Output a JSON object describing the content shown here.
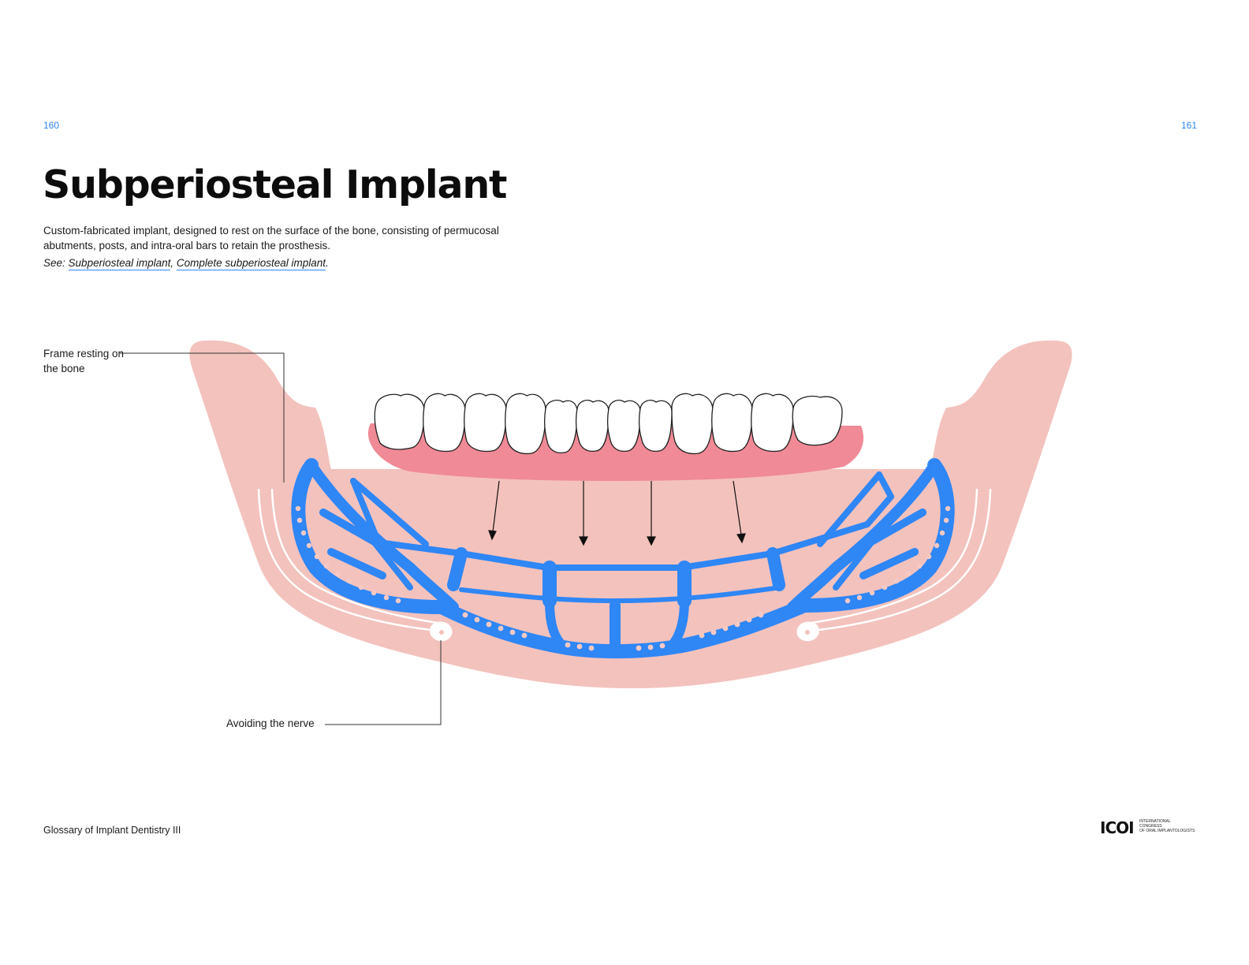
{
  "page": {
    "left_number": "160",
    "right_number": "161",
    "title": "Subperiosteal Implant",
    "description": "Custom-fabricated implant, designed to rest on the surface of the bone, consisting of permucosal abutments, posts, and intra-oral bars to retain the prosthesis.",
    "see": {
      "prefix": "See:",
      "links": [
        "Subperiosteal implant",
        "Complete subperiosteal implant"
      ],
      "separator": ",",
      "end": "."
    },
    "footer": "Glossary of Implant Dentistry III"
  },
  "labels": {
    "frame": "Frame resting on the bone",
    "nerve": "Avoiding the nerve"
  },
  "logo": {
    "mark": "ICOI",
    "lines": [
      "INTERNATIONAL",
      "CONGRESS",
      "OF ORAL IMPLANTOLOGISTS"
    ]
  },
  "colors": {
    "accent": "#2f86f5",
    "bone": "#f3c2bd",
    "gum": "#f08a96",
    "frame": "#2f86f5",
    "dots": "#f7c9c4"
  }
}
